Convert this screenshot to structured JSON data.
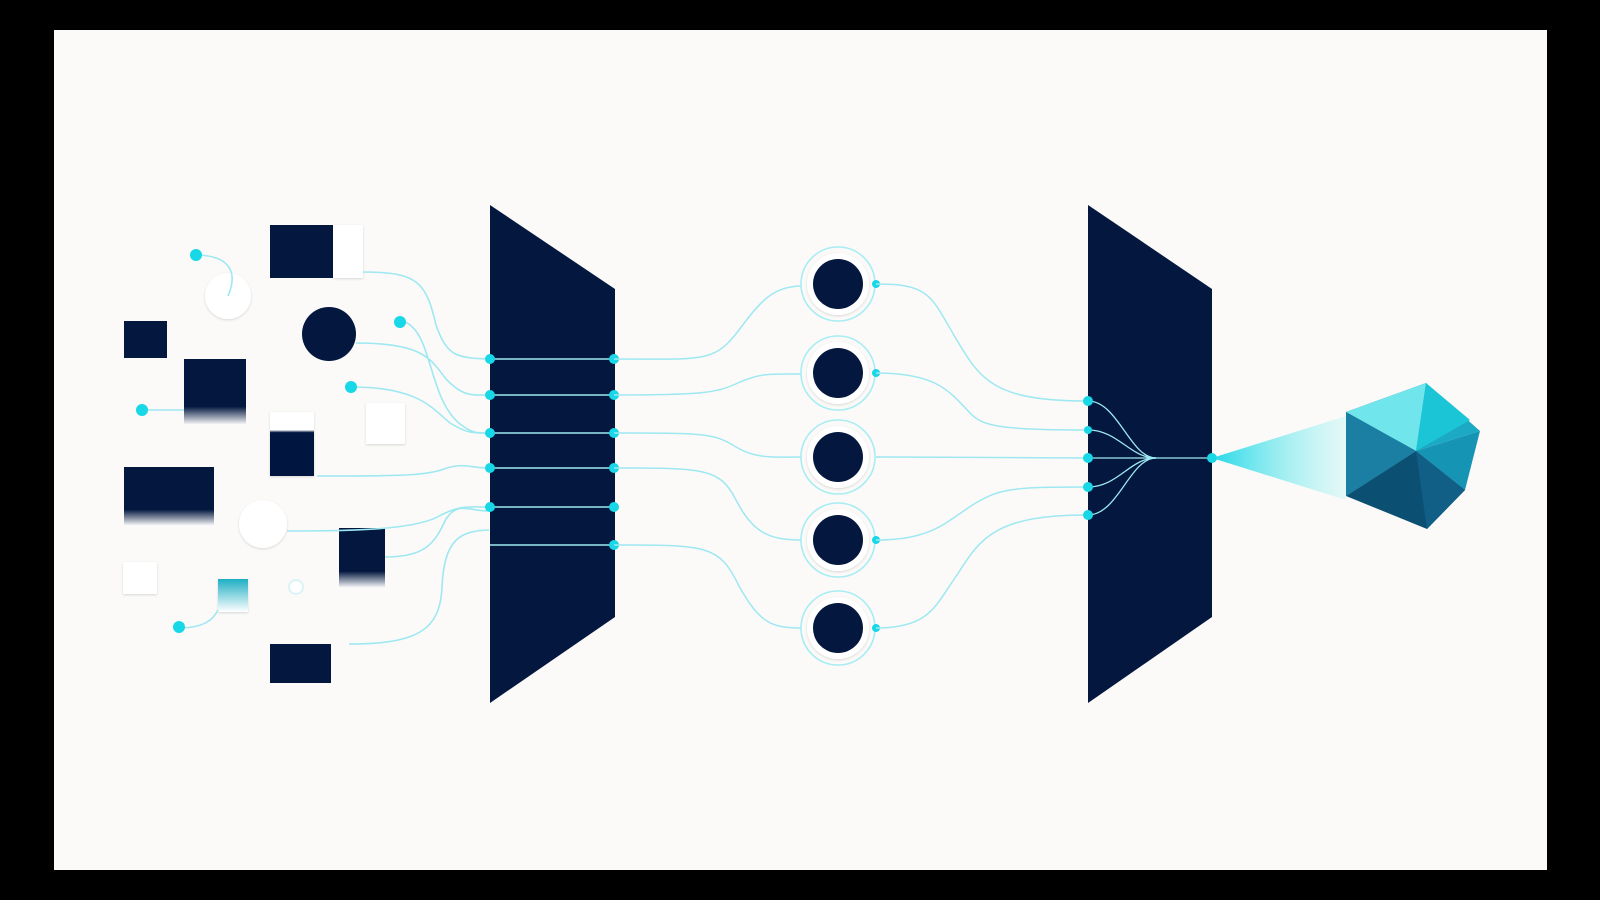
{
  "colors": {
    "background": "#fbfaf8",
    "frame": "#000000",
    "navy": "#03173f",
    "cyan": "#18d7e6",
    "line": "#9ee8f1",
    "white_shape": "#ffffff",
    "gem_light": "#72ecef",
    "gem_mid": "#1ca9c4",
    "gem_dark": "#0b4f73"
  },
  "icons": {
    "input_items": "scattered-input-shape-icons",
    "encoder": "encoder-prism-icon",
    "nodes": "hidden-node-circle-icons",
    "decoder": "decoder-prism-icon",
    "output": "output-gem-icon",
    "beam": "output-beam-icon"
  },
  "diagram": {
    "stages": [
      "inputs",
      "encoder",
      "hidden-nodes",
      "decoder",
      "output"
    ],
    "input_item_count": 19,
    "encoder_port_count": 6,
    "hidden_node_count": 5,
    "decoder_port_count": 5
  }
}
